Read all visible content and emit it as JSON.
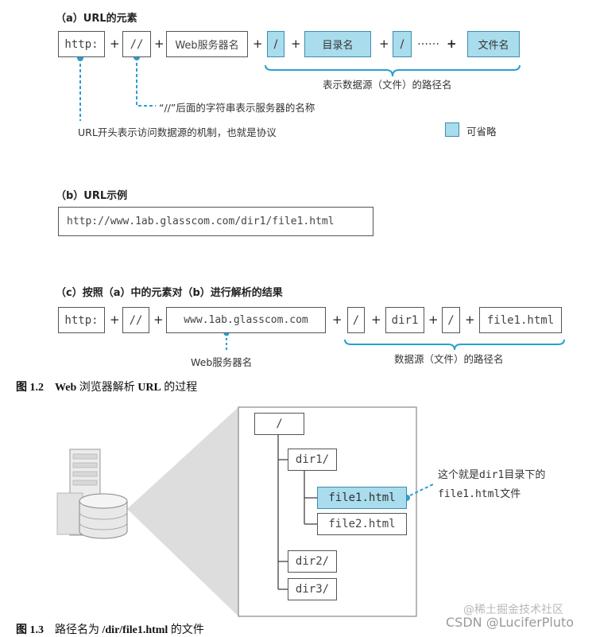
{
  "section_a": {
    "heading": "（a）URL的元素",
    "box_http": "http:",
    "box_slashes": "//",
    "box_server": "Web服务器名",
    "box_slash1": "/",
    "box_dir": "目录名",
    "box_slash2": "/",
    "ellipsis": "……",
    "box_file": "文件名",
    "plus": "+",
    "brace_label": "表示数据源（文件）的路径名",
    "note_slashes": "“//”后面的字符串表示服务器的名称",
    "note_protocol": "URL开头表示访问数据源的机制，也就是协议",
    "legend_label": "可省略"
  },
  "section_b": {
    "heading": "（b）URL示例",
    "url": "http://www.1ab.glasscom.com/dir1/file1.html"
  },
  "section_c": {
    "heading": "（c）按照（a）中的元素对（b）进行解析的结果",
    "box_http": "http:",
    "box_slashes": "//",
    "box_server": "www.1ab.glasscom.com",
    "box_slash1": "/",
    "box_dir": "dir1",
    "box_slash2": "/",
    "box_file": "file1.html",
    "plus": "+",
    "server_label": "Web服务器名",
    "brace_label": "数据源（文件）的路径名"
  },
  "figure_1_2": {
    "num": "图 1.2",
    "title_bold": "Web",
    "title_rest1": " 浏览器解析 ",
    "title_bold2": "URL",
    "title_rest2": " 的过程"
  },
  "tree": {
    "root": "/",
    "dir1": "dir1/",
    "file1": "file1.html",
    "file2": "file2.html",
    "dir2": "dir2/",
    "dir3": "dir3/",
    "callout_line1_a": "这个就是",
    "callout_line1_mono": "dir1",
    "callout_line1_b": "目录下的",
    "callout_line2_mono": "file1.html",
    "callout_line2_b": "文件"
  },
  "figure_1_3": {
    "num": "图 1.3",
    "title_a": "路径名为 ",
    "title_bold": "/dir/file1.html",
    "title_b": " 的文件"
  },
  "watermarks": {
    "juejin": "@稀土掘金技术社区",
    "csdn": "CSDN @LuciferPluto"
  },
  "colors": {
    "accent_blue": "#2a9fd0",
    "optional_fill": "#a9dcec"
  }
}
